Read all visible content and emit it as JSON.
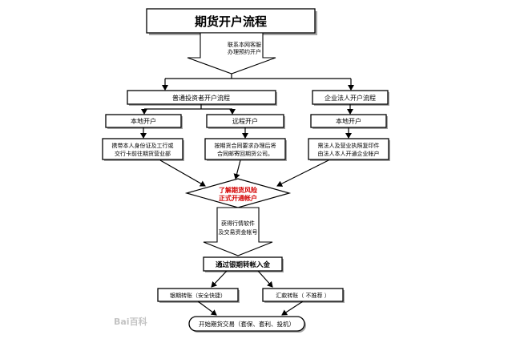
{
  "title": "期货开户流程",
  "contact_note": [
    "联系本网客服",
    "办理预约开户"
  ],
  "investor_types": {
    "individual": "普通投资者开户流程",
    "corporate": "企业法人开户流程"
  },
  "methods": {
    "local_individual": "本地开户",
    "remote": "远程开户",
    "local_corporate": "本地开户"
  },
  "requirements": {
    "local_individual": [
      "携带本人身份证及工行或",
      "交行卡前往期货营业部"
    ],
    "remote": [
      "按期货合同要求办理后将",
      "合同邮寄回期货公司。"
    ],
    "corporate": [
      "需法人及营业执照复印件",
      "由法人本人开通企业帐户"
    ]
  },
  "risk_notice": [
    "了解期货风险",
    "正式开通帐户"
  ],
  "receive_info": [
    "获得行情软件",
    "及交易资金帐号"
  ],
  "bank_transfer": "通过银期转帐入金",
  "transfer_options": {
    "bank_futures": "银期转账（安全快捷）",
    "remittance": "汇款转账（ 不推荐 ）"
  },
  "start_trading": "开始期货交易（套保、套利、投机）",
  "watermark": "Bai百科",
  "colors": {
    "risk_text": "#d40000",
    "line": "#000000",
    "background": "#ffffff"
  }
}
